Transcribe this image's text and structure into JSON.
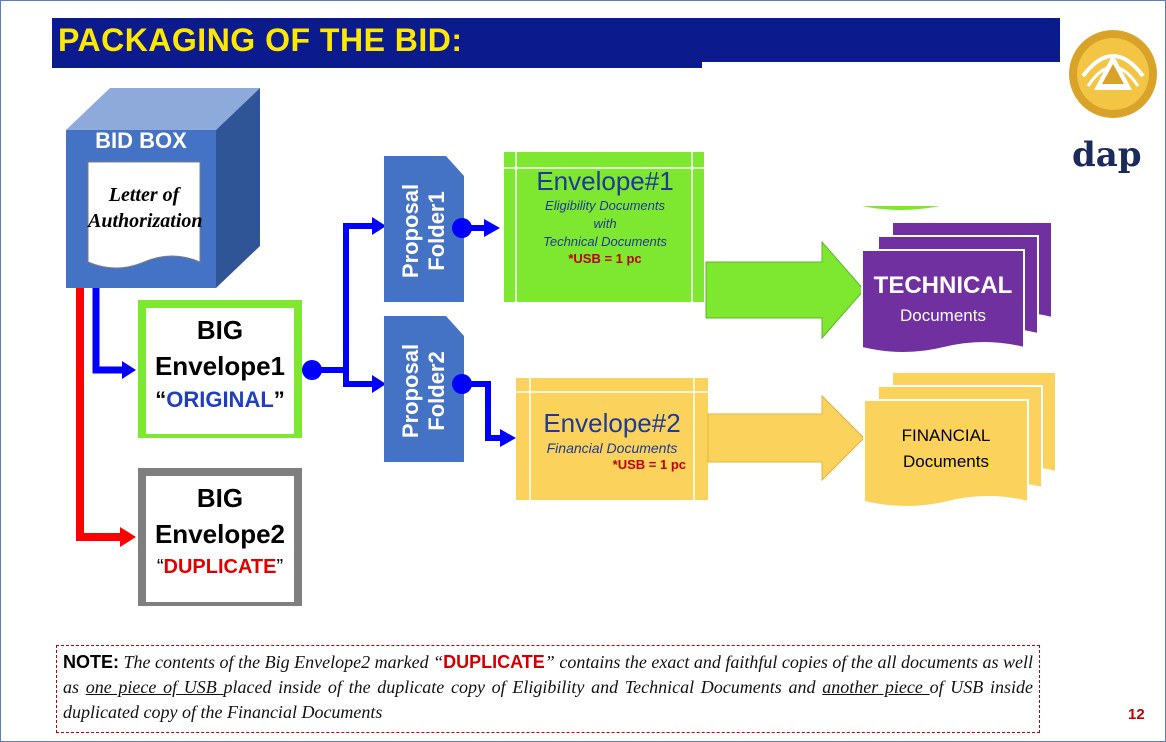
{
  "title": "PACKAGING OF THE BID:",
  "logo": {
    "text": "dap"
  },
  "bid_box": {
    "label": "BID BOX",
    "letter_line1": "Letter of",
    "letter_line2": "Authorization"
  },
  "big_envelope1": {
    "line1": "BIG",
    "line2": "Envelope1",
    "quote_open": "“",
    "marker": "ORIGINAL",
    "quote_close": "”"
  },
  "big_envelope2": {
    "line1": "BIG",
    "line2": "Envelope2",
    "quote_open": "“",
    "marker": "DUPLICATE",
    "quote_close": "”"
  },
  "folder1": {
    "line1": "Proposal",
    "line2": "Folder1"
  },
  "folder2": {
    "line1": "Proposal",
    "line2": "Folder2"
  },
  "envelope1": {
    "title": "Envelope#1",
    "sub1": "Eligibility Documents",
    "sub2": "with",
    "sub3": "Technical Documents",
    "usb": "*USB = 1 pc"
  },
  "envelope2": {
    "title": "Envelope#2",
    "sub1": "Financial Documents",
    "usb": "*USB = 1 pc"
  },
  "technical": {
    "line1": "TECHNICAL",
    "line2": "Documents"
  },
  "financial": {
    "line1": "FINANCIAL",
    "line2": "Documents"
  },
  "note": {
    "label": "NOTE:",
    "part1": " The contents of the Big Envelope2 marked “",
    "dup": "DUPLICATE",
    "part2": "” contains the exact and faithful copies of the all documents as well as ",
    "u1": "one piece of USB ",
    "part3": "placed inside of the duplicate copy of Eligibility and Technical Documents and ",
    "u2": "another piece ",
    "part4": "of USB inside duplicated copy of the Financial Documents"
  },
  "page_number": "12",
  "colors": {
    "title_bg": "#0b1a8c",
    "title_text": "#ffe800",
    "blue": "#4472c4",
    "green": "#7ee830",
    "yellow": "#fbd35c",
    "purple": "#7030a0",
    "red": "#ff0000",
    "connector_blue": "#0000ff"
  }
}
